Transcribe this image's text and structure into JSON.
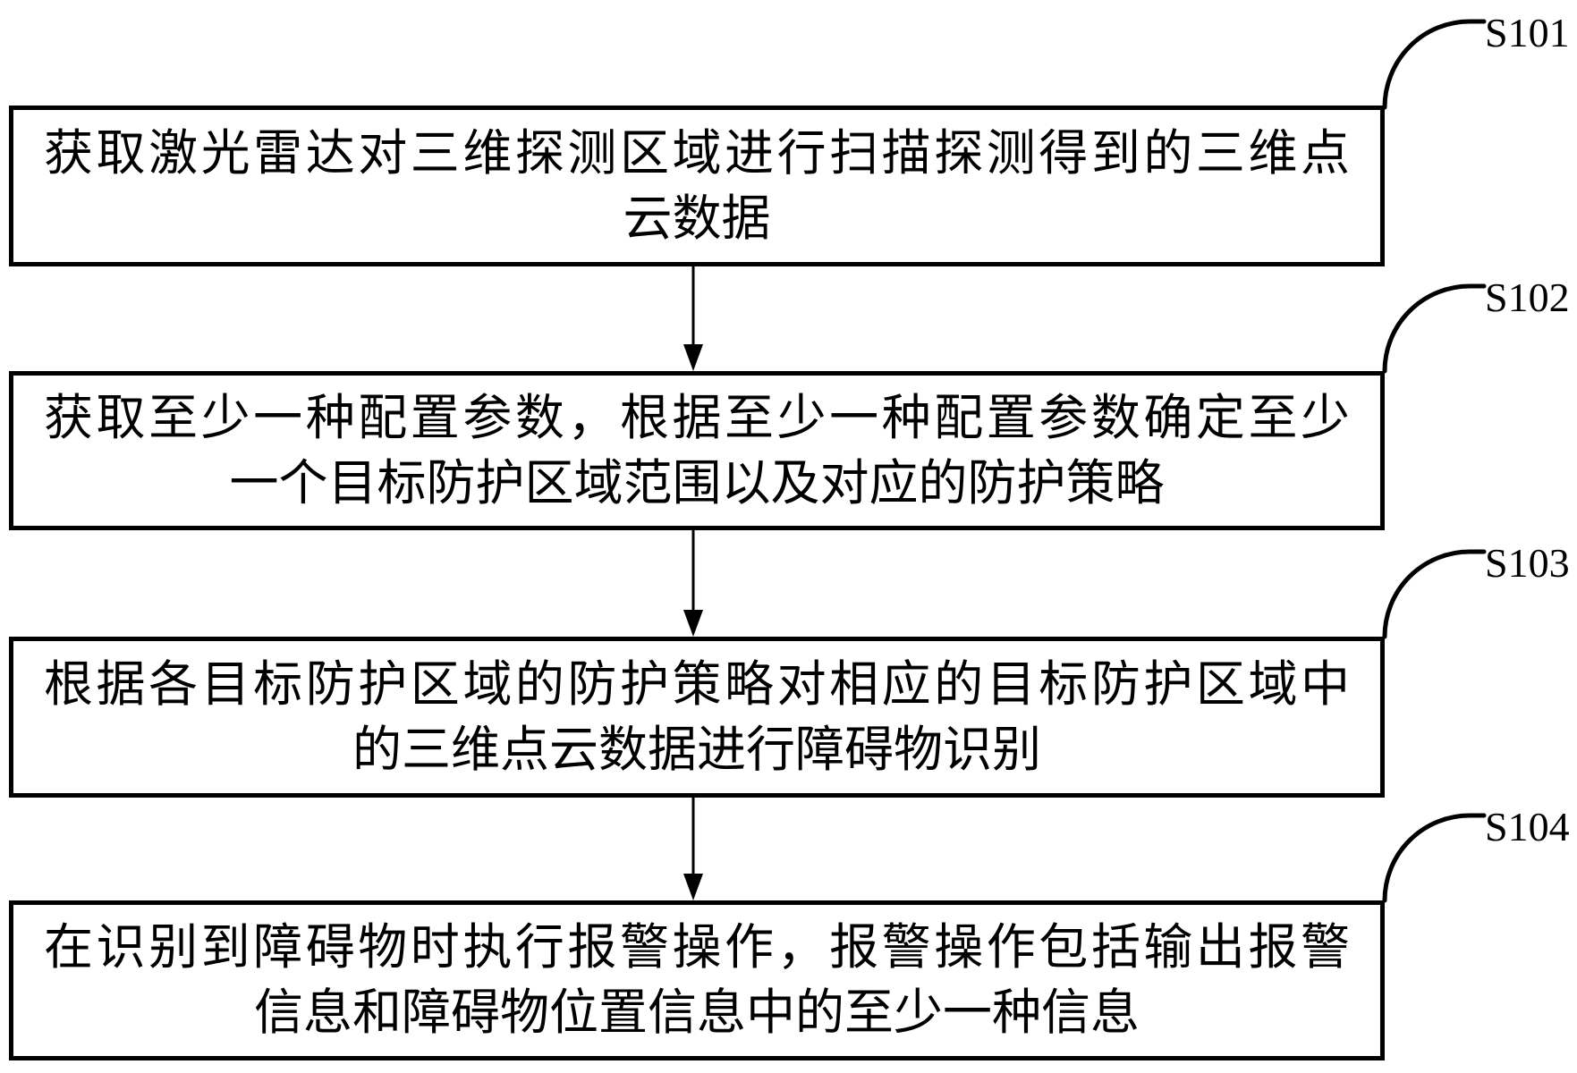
{
  "figure": {
    "type": "flowchart",
    "colors": {
      "ink": "#000000",
      "background": "#ffffff"
    }
  },
  "steps": [
    {
      "id": "S101",
      "lines": [
        "获取激光雷达对三维探测区域进行扫描探测得到的三维点",
        "云数据"
      ]
    },
    {
      "id": "S102",
      "lines": [
        "获取至少一种配置参数，根据至少一种配置参数确定至少",
        "一个目标防护区域范围以及对应的防护策略"
      ]
    },
    {
      "id": "S103",
      "lines": [
        "根据各目标防护区域的防护策略对相应的目标防护区域中",
        "的三维点云数据进行障碍物识别"
      ]
    },
    {
      "id": "S104",
      "lines": [
        "在识别到障碍物时执行报警操作，报警操作包括输出报警",
        "信息和障碍物位置信息中的至少一种信息"
      ]
    }
  ]
}
